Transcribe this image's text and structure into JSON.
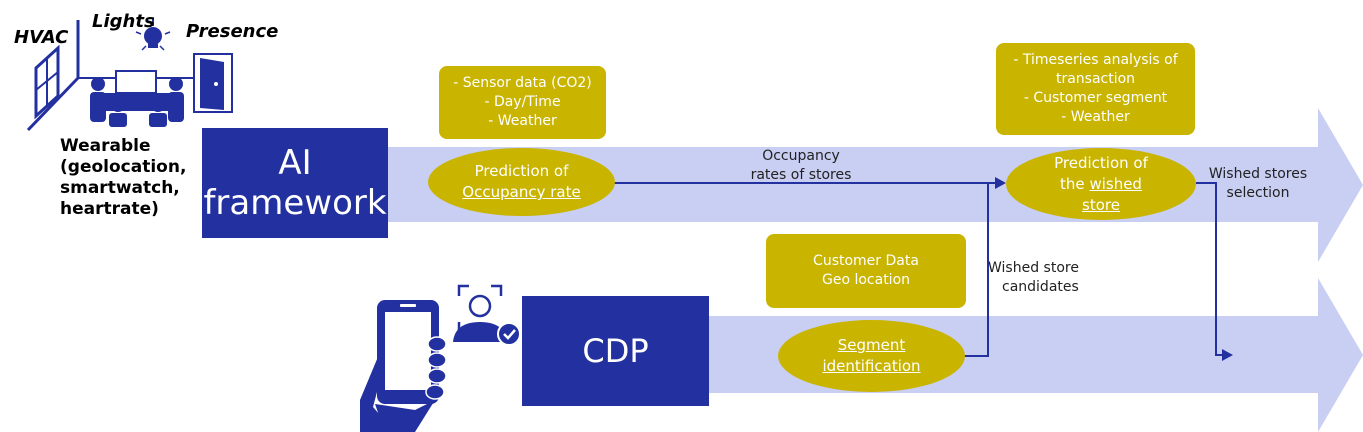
{
  "icons_left": {
    "hvac_label": "HVAC",
    "lights_label": "Lights",
    "presence_label": "Presence",
    "wearable_lines": [
      "Wearable",
      "(geolocation,",
      "smartwatch,",
      "heartrate)"
    ]
  },
  "ai_framework": {
    "line1": "AI",
    "line2": "framework"
  },
  "cdp": {
    "label": "CDP"
  },
  "sensor_box": {
    "lines": [
      "- Sensor data (CO2)",
      "- Day/Time",
      "- Weather"
    ]
  },
  "occupancy_prediction": {
    "line1": "Prediction of",
    "line2": "Occupancy rate"
  },
  "occupancy_annotation": {
    "line1": "Occupancy",
    "line2": "rates of stores"
  },
  "timeseries_box": {
    "lines": [
      "- Timeseries analysis of",
      "transaction",
      "- Customer segment",
      "- Weather"
    ]
  },
  "wished_store_prediction": {
    "line1": "Prediction of",
    "line2_prefix": "the ",
    "line2_underlined": "wished",
    "line3": "store"
  },
  "wished_stores_selection": {
    "line1": "Wished stores",
    "line2": "selection"
  },
  "customer_box": {
    "line1": "Customer Data",
    "line2": "Geo location"
  },
  "segment_identification": {
    "line1": "Segment",
    "line2": "identification"
  },
  "wished_store_candidates": {
    "line1": "Wished store",
    "line2": "candidates"
  },
  "colors": {
    "arrow_band": "#c9cef3",
    "blue_box": "#2330a0",
    "gold": "#c9b400",
    "connector": "#2330a0"
  }
}
